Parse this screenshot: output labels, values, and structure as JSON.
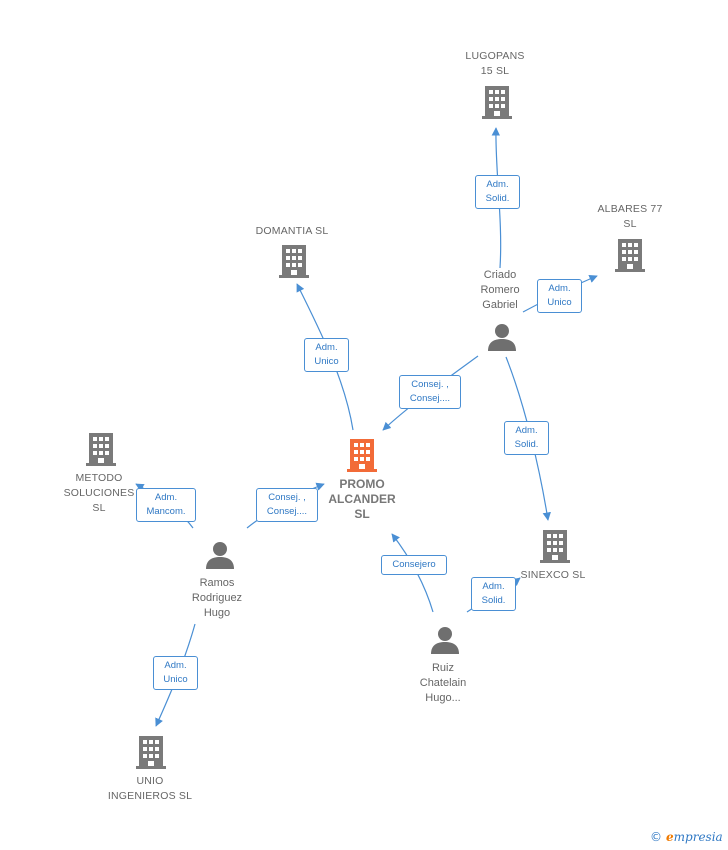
{
  "nodes": {
    "lugopans": {
      "label": "LUGOPANS\n15  SL",
      "kind": "company"
    },
    "albares": {
      "label": "ALBARES 77\nSL",
      "kind": "company"
    },
    "domantia": {
      "label": "DOMANTIA  SL",
      "kind": "company"
    },
    "criado": {
      "label": "Criado\nRomero\nGabriel",
      "kind": "person"
    },
    "promo": {
      "label": "PROMO\nALCANDER\nSL",
      "kind": "main-company"
    },
    "metodo": {
      "label": "METODO\nSOLUCIONES\nSL",
      "kind": "company"
    },
    "ramos": {
      "label": "Ramos\nRodriguez\nHugo",
      "kind": "person"
    },
    "sinexco": {
      "label": "SINEXCO SL",
      "kind": "company"
    },
    "ruiz": {
      "label": "Ruiz\nChatelain\nHugo...",
      "kind": "person"
    },
    "unio": {
      "label": "UNIO\nINGENIEROS SL",
      "kind": "company"
    }
  },
  "edges": {
    "criado_lugopans": "Adm.\nSolid.",
    "criado_albares": "Adm.\nUnico",
    "promo_domantia": "Adm.\nUnico",
    "criado_promo": "Consej. ,\nConsej....",
    "criado_sinexco": "Adm.\nSolid.",
    "ramos_metodo": "Adm.\nMancom.",
    "ramos_promo": "Consej. ,\nConsej....",
    "ruiz_promo": "Consejero",
    "ruiz_sinexco": "Adm.\nSolid.",
    "ramos_unio": "Adm.\nUnico"
  },
  "colors": {
    "edge": "#4a8fd4",
    "company_icon": "#7a7a7a",
    "main_company_icon": "#f26b38",
    "person_icon": "#6f6f6f"
  },
  "footer": {
    "copyright": "©",
    "brand_e": "e",
    "brand_rest": "mpresia"
  }
}
